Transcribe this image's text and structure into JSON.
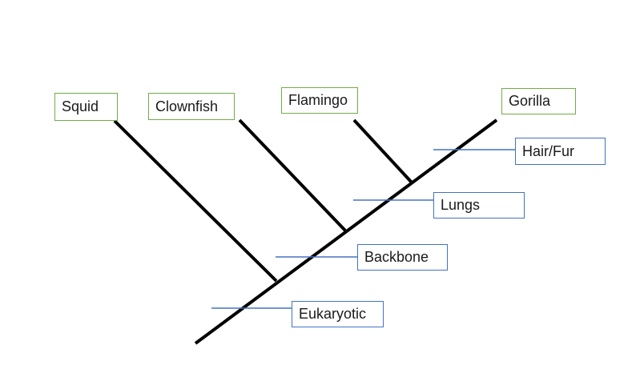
{
  "taxa": {
    "squid": "Squid",
    "clownfish": "Clownfish",
    "flamingo": "Flamingo",
    "gorilla": "Gorilla"
  },
  "traits": {
    "eukaryotic": "Eukaryotic",
    "backbone": "Backbone",
    "lungs": "Lungs",
    "hair_fur": "Hair/Fur"
  },
  "colors": {
    "branch": "#000000",
    "taxon_box_border": "#70ad47",
    "trait_box_border": "#4472c4",
    "trait_marker": "#4472c4"
  }
}
